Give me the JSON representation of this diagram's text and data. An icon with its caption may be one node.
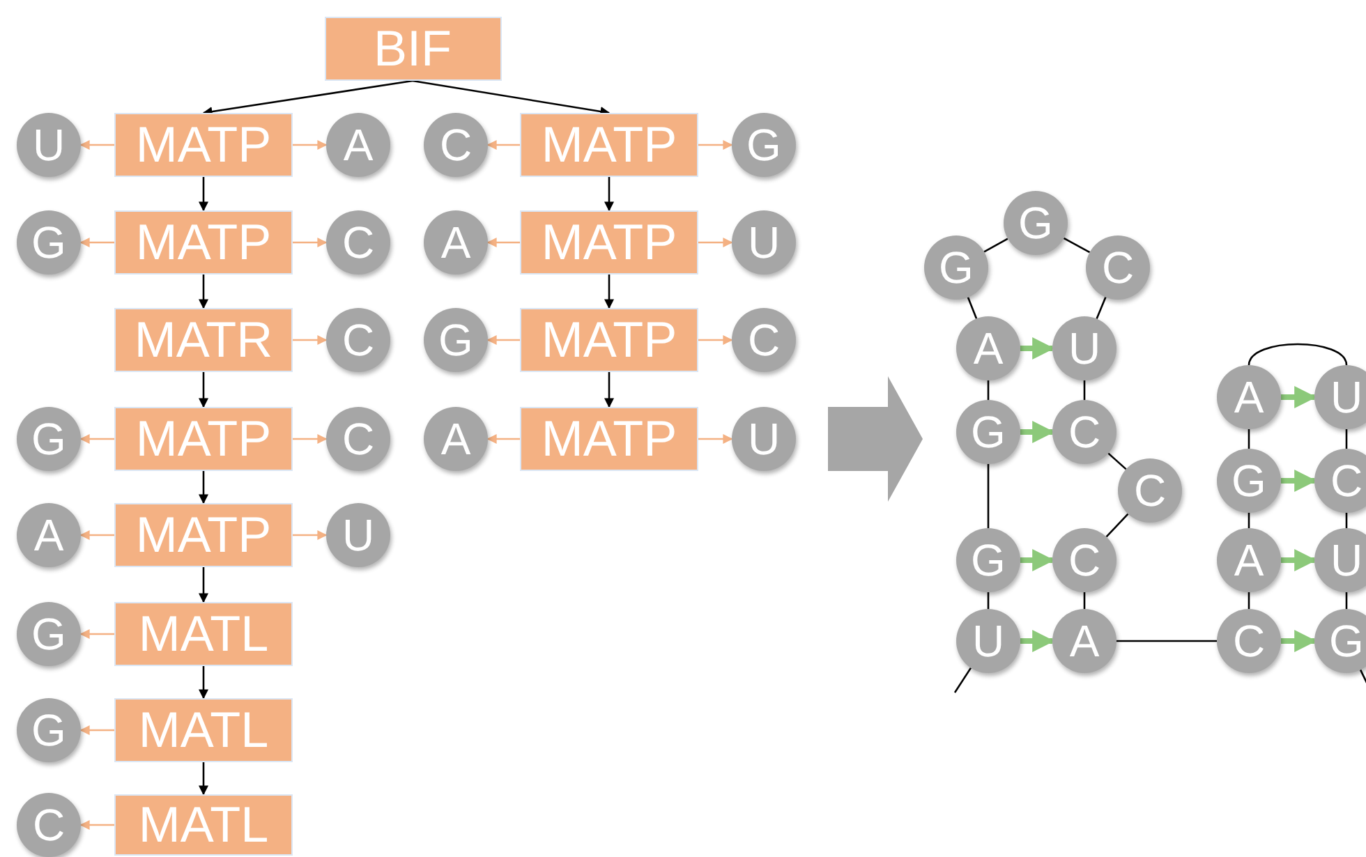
{
  "diagram": {
    "nodes": [
      {
        "text": [],
        "shape": "picture"
      },
      {
        "text": [
          "BIF"
        ],
        "in": 0
      },
      {
        "text": [
          "U"
        ],
        "in": 0
      },
      {
        "text": [
          "MATP"
        ],
        "in": 0
      },
      {
        "text": [
          "A"
        ],
        "in": 0
      },
      {
        "text": [
          "C"
        ],
        "in": 0
      },
      {
        "text": [
          "MATP"
        ],
        "in": 0
      },
      {
        "text": [
          "G"
        ],
        "in": 0
      },
      {
        "text": [
          "G"
        ],
        "in": 0
      },
      {
        "text": [
          "MATP"
        ],
        "in": 0
      },
      {
        "text": [
          "C"
        ],
        "in": 0
      },
      {
        "text": [
          "A"
        ],
        "in": 0
      },
      {
        "text": [
          "MATP"
        ],
        "in": 0
      },
      {
        "text": [
          "U"
        ],
        "in": 0
      },
      {
        "text": [
          "MATR"
        ],
        "in": 0
      },
      {
        "text": [
          "C"
        ],
        "in": 0
      },
      {
        "text": [
          "G"
        ],
        "in": 0
      },
      {
        "text": [
          "MATP"
        ],
        "in": 0
      },
      {
        "text": [
          "C"
        ],
        "in": 0
      },
      {
        "text": [
          "G"
        ],
        "in": 0
      },
      {
        "text": [
          "MATP"
        ],
        "in": 0
      },
      {
        "text": [
          "C"
        ],
        "in": 0
      },
      {
        "text": [
          "A"
        ],
        "in": 0
      },
      {
        "text": [
          "MATP"
        ],
        "in": 0
      },
      {
        "text": [
          "U"
        ],
        "in": 0
      },
      {
        "text": [
          "A"
        ],
        "in": 0
      },
      {
        "text": [
          "MATP"
        ],
        "in": 0
      },
      {
        "text": [
          "U"
        ],
        "in": 0
      },
      {
        "text": [
          "G"
        ],
        "in": 0
      },
      {
        "text": [
          "MATL"
        ],
        "in": 0
      },
      {
        "text": [
          "G"
        ],
        "in": 0
      },
      {
        "text": [
          "MATL"
        ],
        "in": 0
      },
      {
        "text": [
          "C"
        ],
        "in": 0
      },
      {
        "text": [
          "MATL"
        ],
        "in": 0
      },
      {
        "text": [],
        "shape": "picture"
      },
      {
        "text": [
          "G"
        ],
        "in": 34
      },
      {
        "text": [
          "G"
        ],
        "in": 34
      },
      {
        "text": [
          "C"
        ],
        "in": 34
      },
      {
        "text": [
          "A"
        ],
        "in": 34
      },
      {
        "text": [
          "U"
        ],
        "in": 34
      },
      {
        "text": [
          "G"
        ],
        "in": 34
      },
      {
        "text": [
          "C"
        ],
        "in": 34
      },
      {
        "text": [
          "C"
        ],
        "in": 34
      },
      {
        "text": [
          "G"
        ],
        "in": 34
      },
      {
        "text": [
          "C"
        ],
        "in": 34
      },
      {
        "text": [
          "U"
        ],
        "in": 34
      },
      {
        "text": [
          "A"
        ],
        "in": 34
      },
      {
        "text": [
          "A"
        ],
        "in": 34
      },
      {
        "text": [
          "U"
        ],
        "in": 34
      },
      {
        "text": [
          "G"
        ],
        "in": 34
      },
      {
        "text": [
          "C"
        ],
        "in": 34
      },
      {
        "text": [
          "A"
        ],
        "in": 34
      },
      {
        "text": [
          "U"
        ],
        "in": 34
      },
      {
        "text": [
          "C"
        ],
        "in": 34
      },
      {
        "text": [
          "G"
        ],
        "in": 34
      }
    ],
    "edges": [
      {
        "from": 1,
        "to": 3,
        "arrow": "to"
      },
      {
        "from": 1,
        "to": 6,
        "arrow": "to"
      },
      {
        "from": 3,
        "to": 9,
        "arrow": "to"
      },
      {
        "from": 9,
        "to": 14,
        "arrow": "to"
      },
      {
        "from": 14,
        "to": 20,
        "arrow": "to"
      },
      {
        "from": 20,
        "to": 26,
        "arrow": "to"
      },
      {
        "from": 26,
        "to": 29,
        "arrow": "to"
      },
      {
        "from": 29,
        "to": 31,
        "arrow": "to"
      },
      {
        "from": 31,
        "to": 33,
        "arrow": "to"
      },
      {
        "from": 6,
        "to": 12,
        "arrow": "to"
      },
      {
        "from": 12,
        "to": 17,
        "arrow": "to"
      },
      {
        "from": 17,
        "to": 23,
        "arrow": "to"
      },
      {
        "from": 3,
        "to": 2,
        "arrow": "to",
        "color": "#f4b183"
      },
      {
        "from": 3,
        "to": 4,
        "arrow": "to",
        "color": "#f4b183"
      },
      {
        "from": 6,
        "to": 5,
        "arrow": "to",
        "color": "#f4b183"
      },
      {
        "from": 6,
        "to": 7,
        "arrow": "to",
        "color": "#f4b183"
      },
      {
        "from": 9,
        "to": 8,
        "arrow": "to",
        "color": "#f4b183"
      },
      {
        "from": 9,
        "to": 10,
        "arrow": "to",
        "color": "#f4b183"
      },
      {
        "from": 12,
        "to": 11,
        "arrow": "to",
        "color": "#f4b183"
      },
      {
        "from": 12,
        "to": 13,
        "arrow": "to",
        "color": "#f4b183"
      },
      {
        "from": 14,
        "to": 15,
        "arrow": "to",
        "color": "#f4b183"
      },
      {
        "from": 17,
        "to": 16,
        "arrow": "to",
        "color": "#f4b183"
      },
      {
        "from": 17,
        "to": 18,
        "arrow": "to",
        "color": "#f4b183"
      },
      {
        "from": 20,
        "to": 19,
        "arrow": "to",
        "color": "#f4b183"
      },
      {
        "from": 20,
        "to": 21,
        "arrow": "to",
        "color": "#f4b183"
      },
      {
        "from": 23,
        "to": 22,
        "arrow": "to",
        "color": "#f4b183"
      },
      {
        "from": 23,
        "to": 24,
        "arrow": "to",
        "color": "#f4b183"
      },
      {
        "from": 26,
        "to": 25,
        "arrow": "to",
        "color": "#f4b183"
      },
      {
        "from": 26,
        "to": 27,
        "arrow": "to",
        "color": "#f4b183"
      },
      {
        "from": 29,
        "to": 28,
        "arrow": "to",
        "color": "#f4b183"
      },
      {
        "from": 31,
        "to": 30,
        "arrow": "to",
        "color": "#f4b183"
      },
      {
        "from": 33,
        "to": 32,
        "arrow": "to",
        "color": "#f4b183"
      },
      {
        "from": null,
        "to": 45,
        "arrow": "none"
      },
      {
        "from": 45,
        "to": 43,
        "arrow": "none"
      },
      {
        "from": 43,
        "to": 40,
        "arrow": "none"
      },
      {
        "from": 40,
        "to": 38,
        "arrow": "none"
      },
      {
        "from": 38,
        "to": 35,
        "arrow": "none"
      },
      {
        "from": 35,
        "to": 36,
        "arrow": "none"
      },
      {
        "from": 36,
        "to": 37,
        "arrow": "none"
      },
      {
        "from": 37,
        "to": 39,
        "arrow": "none"
      },
      {
        "from": 39,
        "to": 41,
        "arrow": "none"
      },
      {
        "from": 41,
        "to": 42,
        "arrow": "none"
      },
      {
        "from": 42,
        "to": 44,
        "arrow": "none"
      },
      {
        "from": 44,
        "to": 46,
        "arrow": "none"
      },
      {
        "from": 46,
        "to": 53,
        "arrow": "none"
      },
      {
        "from": 53,
        "to": 51,
        "arrow": "none"
      },
      {
        "from": 51,
        "to": 49,
        "arrow": "none"
      },
      {
        "from": 49,
        "to": 47,
        "arrow": "none"
      },
      {
        "from": 47,
        "to": 48,
        "arrow": "none"
      },
      {
        "from": 48,
        "to": 50,
        "arrow": "none"
      },
      {
        "from": 50,
        "to": 52,
        "arrow": "none"
      },
      {
        "from": 52,
        "to": 54,
        "arrow": "none"
      },
      {
        "from": 54,
        "to": null,
        "arrow": "none"
      },
      {
        "from": 38,
        "to": 39,
        "arrow": "to",
        "style": "thick",
        "color": "#8cc97a"
      },
      {
        "from": 40,
        "to": 41,
        "arrow": "to",
        "style": "thick",
        "color": "#8cc97a"
      },
      {
        "from": 43,
        "to": 44,
        "arrow": "to",
        "style": "thick",
        "color": "#8cc97a"
      },
      {
        "from": 45,
        "to": 46,
        "arrow": "to",
        "style": "thick",
        "color": "#8cc97a"
      },
      {
        "from": 47,
        "to": 48,
        "arrow": "to",
        "style": "thick",
        "color": "#8cc97a"
      },
      {
        "from": 49,
        "to": 50,
        "arrow": "to",
        "style": "thick",
        "color": "#8cc97a"
      },
      {
        "from": 51,
        "to": 52,
        "arrow": "to",
        "style": "thick",
        "color": "#8cc97a"
      },
      {
        "from": 53,
        "to": 54,
        "arrow": "to",
        "style": "thick",
        "color": "#8cc97a"
      },
      {
        "from": 0,
        "to": 34,
        "arrow": "to",
        "style": "thick",
        "color": "#a6a6a6"
      }
    ]
  }
}
